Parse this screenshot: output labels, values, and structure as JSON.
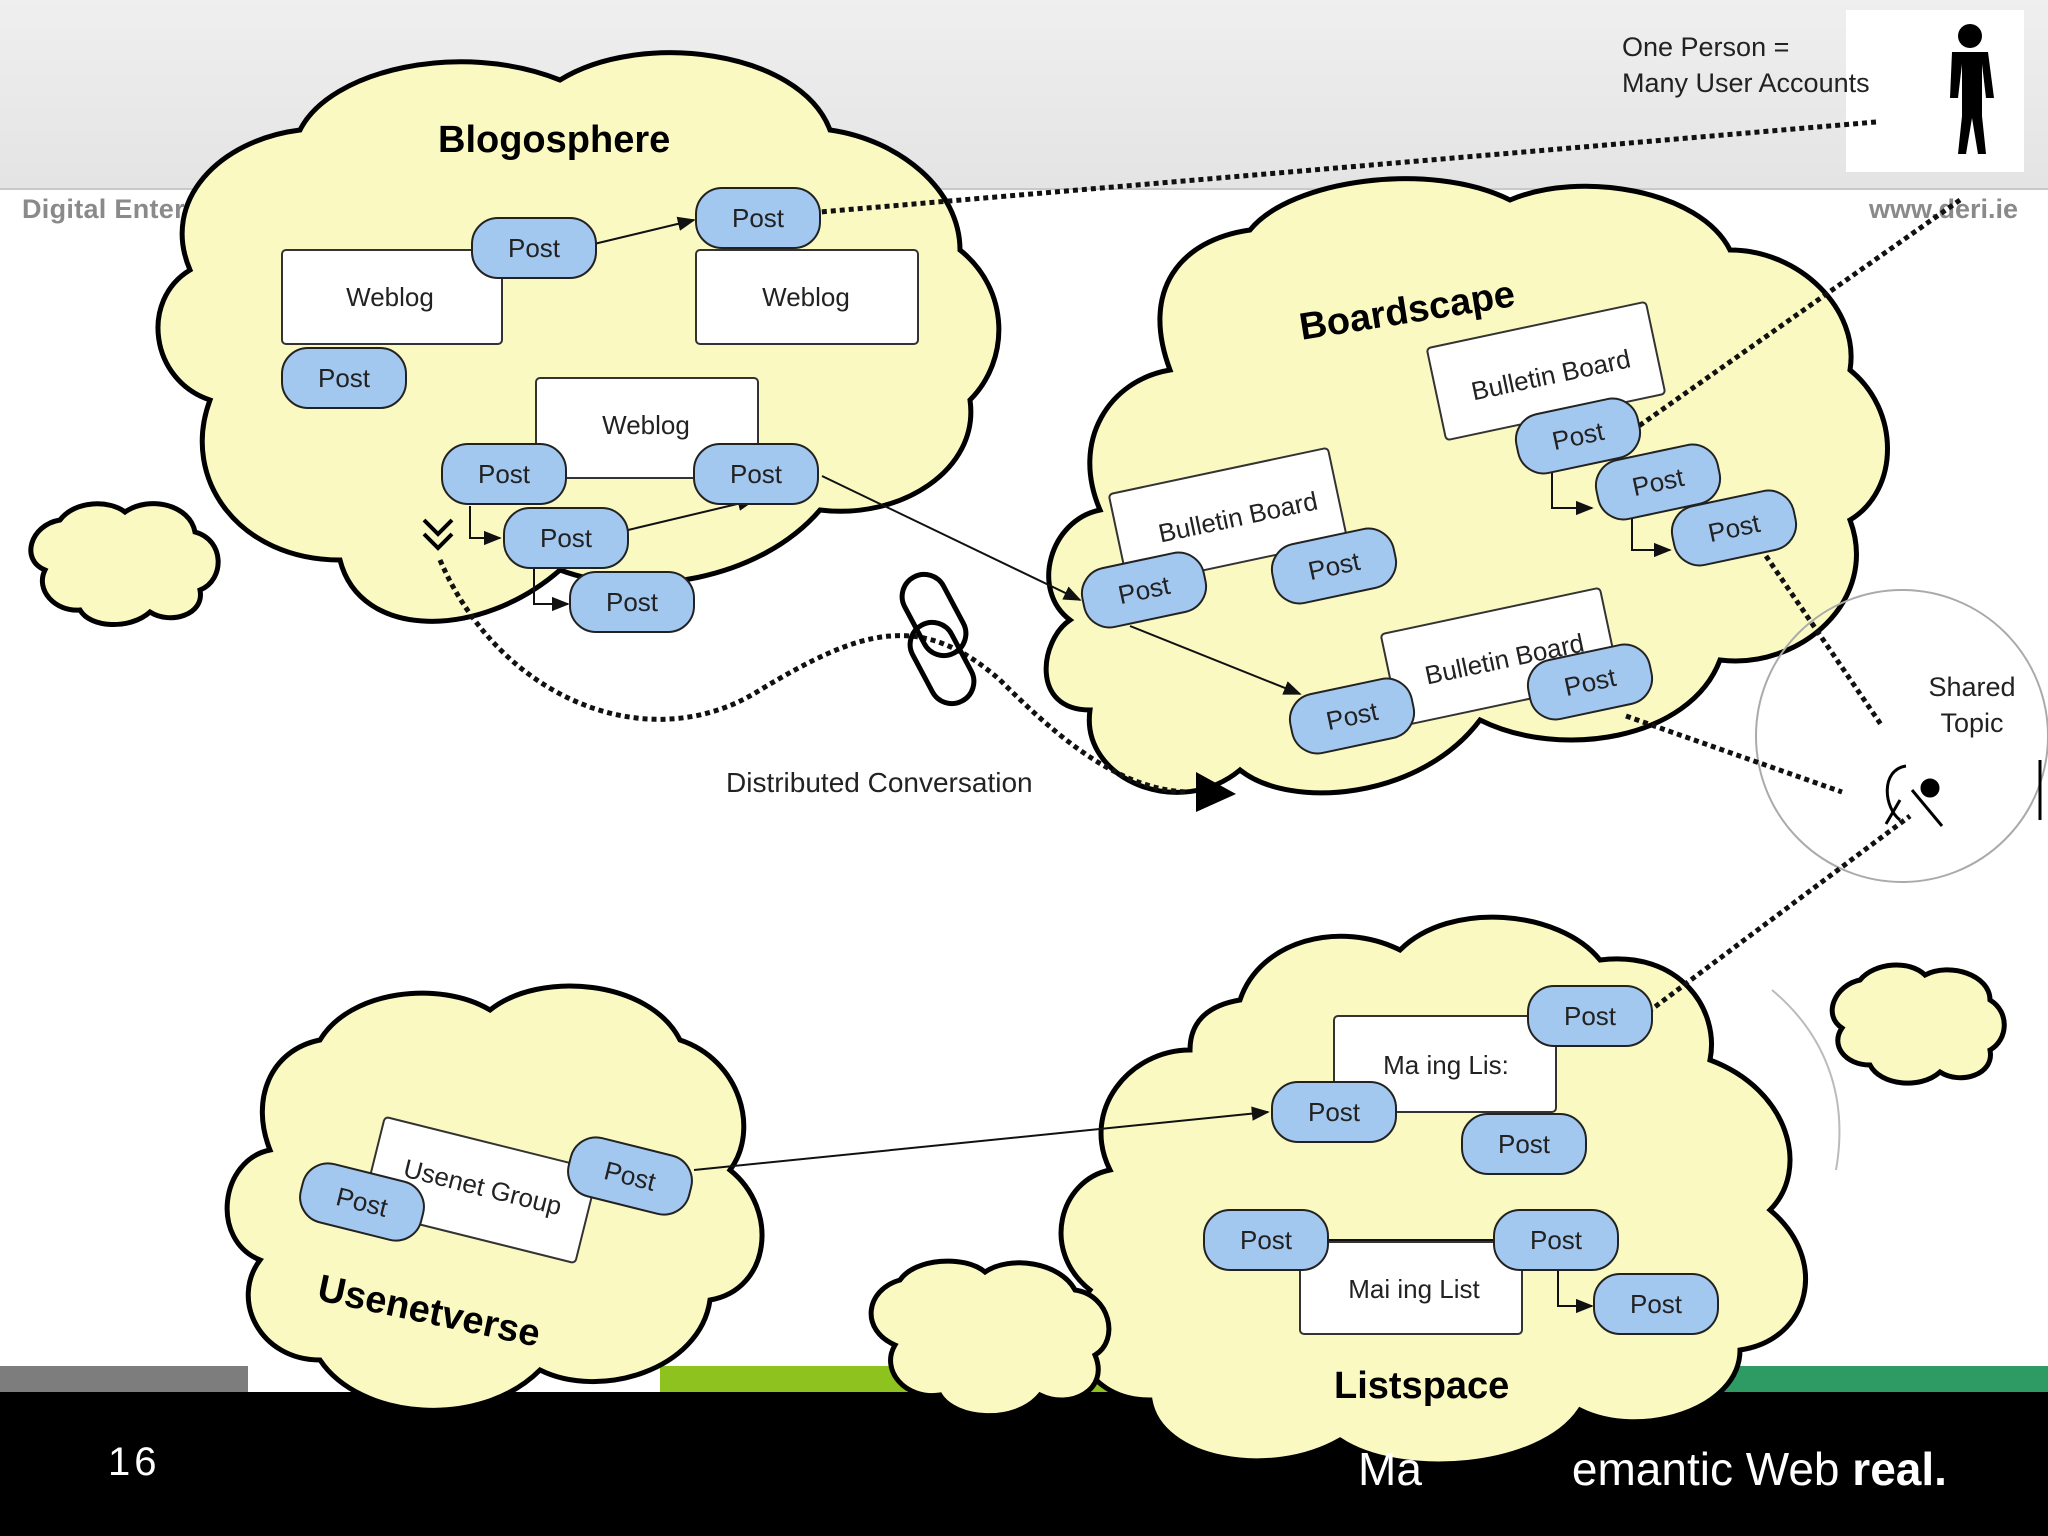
{
  "header": {
    "left_text": "Digital Enterpri",
    "right_text": "www.deri.ie"
  },
  "footer": {
    "slide_number": "16",
    "tagline_prefix": "Ma",
    "tagline_middle": "emantic Web ",
    "tagline_bold": "real."
  },
  "person": {
    "line1": "One Person =",
    "line2": "Many User Accounts"
  },
  "clouds": {
    "blogosphere": "Blogosphere",
    "boardscape": "Boardscape",
    "usenetverse": "Usenetverse",
    "listspace": "Listspace"
  },
  "labels": {
    "weblog": "Weblog",
    "bulletin_board": "Bulletin Board",
    "usenet_group": "Usenet Group",
    "mailing_list": "Mai ing List",
    "mailing_list_top": "Ma ing Lis:",
    "post": "Post"
  },
  "distributed": "Distributed Conversation",
  "shared_topic": {
    "line1": "Shared",
    "line2": "Topic"
  },
  "colors": {
    "cloud_fill": "#fbf9c2",
    "post_fill": "#a3c8ef",
    "stripe_green": "#8dc21f",
    "stripe_teal": "#2e9a64"
  }
}
